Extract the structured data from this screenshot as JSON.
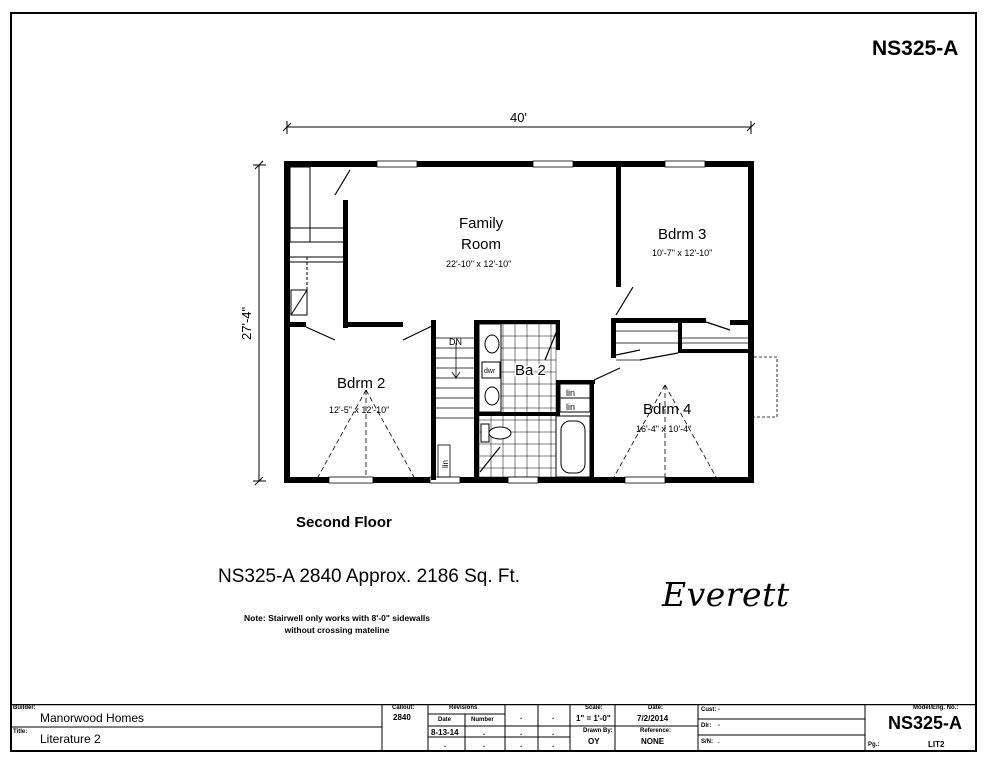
{
  "model_number": "NS325-A",
  "floor_plan": {
    "dimension_width": "40'",
    "dimension_depth": "27'-4\"",
    "rooms": [
      {
        "id": "family-room",
        "name_line1": "Family",
        "name_line2": "Room",
        "size": "22'-10\" x 12'-10\""
      },
      {
        "id": "bdrm-3",
        "name": "Bdrm 3",
        "size": "10'-7\" x 12'-10\""
      },
      {
        "id": "bdrm-2",
        "name": "Bdrm 2",
        "size": "12'-5\" x 12'-10\""
      },
      {
        "id": "bdrm-4",
        "name": "Bdrm 4",
        "size": "16'-4\" x 10'-4\""
      },
      {
        "id": "ba-2",
        "name": "Ba 2"
      }
    ],
    "labels": {
      "stairs_down": "DN",
      "dryer": "dwr",
      "linen_1": "lin",
      "linen_2": "lin",
      "linen_3": "lin"
    }
  },
  "captions": {
    "floor_name": "Second Floor",
    "summary": "NS325-A 2840  Approx. 2186 Sq. Ft.",
    "note_line1": "Note: Stairwell only works with 8'-0\" sidewalls",
    "note_line2": "without crossing mateline",
    "signature": "Everett"
  },
  "title_block": {
    "builder_label": "Builder:",
    "builder": "Manorwood Homes",
    "title_label": "Title:",
    "title": "Literature 2",
    "callout_label": "Callout:",
    "callout": "2840",
    "revisions_label": "Revisions",
    "date_col_label": "Date",
    "number_col_label": "Number",
    "revision_date": "8-13-14",
    "dot": ".",
    "scale_label": "Scale:",
    "scale": "1\" = 1'-0\"",
    "date_label": "Date:",
    "date": "7/2/2014",
    "drawn_by_label": "Drawn By:",
    "drawn_by": "OY",
    "reference_label": "Reference:",
    "reference": "NONE",
    "cust_label": "Cust:",
    "cust": "-",
    "dlr_label": "Dlr:",
    "dlr": "-",
    "sn_label": "S/N:",
    "sn": ".",
    "model_label": "Model/Eng. No.:",
    "model": "NS325-A",
    "pg_label": "Pg.:",
    "pg": "LIT2"
  }
}
